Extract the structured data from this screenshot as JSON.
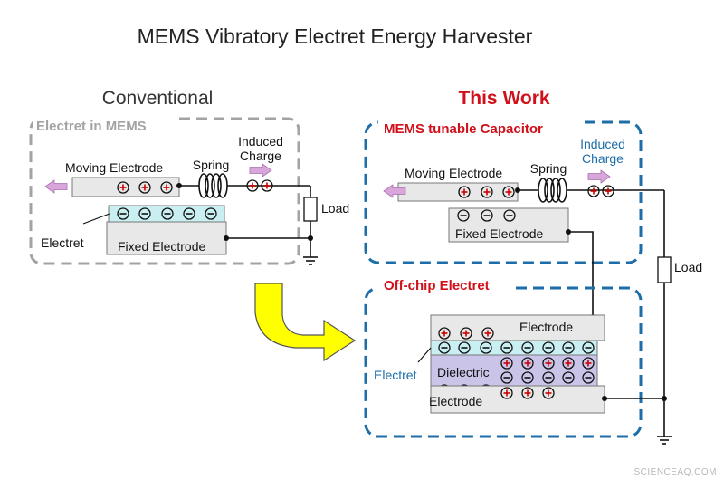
{
  "title": "MEMS Vibratory Electret Energy Harvester",
  "colors": {
    "red": "#d0101a",
    "blue": "#1d6ea8",
    "gray_box": "#a3a3a3",
    "electret_fill": "#c9eff2",
    "dielectric_fill": "#c9c4e8",
    "electrode_fill": "#e8e8e8",
    "charge_arrow": "#d9a6dc",
    "big_arrow": "#ffff00"
  },
  "conventional": {
    "heading": "Conventional",
    "box_label": "Electret in MEMS",
    "moving_electrode": "Moving Electrode",
    "spring": "Spring",
    "induced_charge": "Induced\nCharge",
    "load": "Load",
    "electret": "Electret",
    "fixed_electrode": "Fixed Electrode"
  },
  "this_work": {
    "heading": "This Work",
    "capacitor_box_label": "MEMS tunable Capacitor",
    "moving_electrode": "Moving Electrode",
    "spring": "Spring",
    "induced_charge": "Induced\nCharge",
    "fixed_electrode": "Fixed Electrode",
    "load": "Load",
    "electret_box_label": "Off-chip Electret",
    "top_electrode": "Electrode",
    "electret": "Electret",
    "dielectric": "Dielectric",
    "bottom_electrode": "Electrode"
  },
  "icons": {
    "plus": "⊕",
    "minus": "⊖",
    "spring": "spring-coil-icon",
    "ground": "ground-icon",
    "motion_arrow": "double-arrow-icon",
    "transition_arrow": "curved-arrow-icon"
  },
  "watermark": "SCIENCEAQ.COM"
}
